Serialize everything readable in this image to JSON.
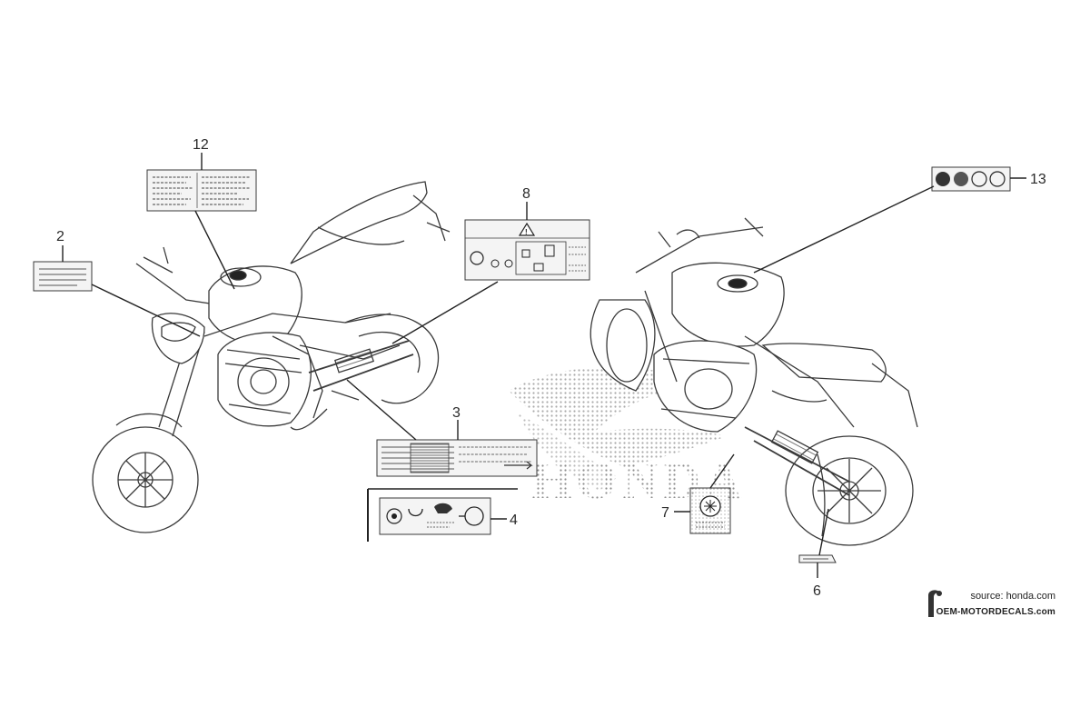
{
  "watermark": {
    "text": "HONDA"
  },
  "callouts": [
    {
      "id": "2",
      "label": "2"
    },
    {
      "id": "3",
      "label": "3"
    },
    {
      "id": "4",
      "label": "4"
    },
    {
      "id": "6",
      "label": "6"
    },
    {
      "id": "7",
      "label": "7"
    },
    {
      "id": "8",
      "label": "8"
    },
    {
      "id": "12",
      "label": "12"
    },
    {
      "id": "13",
      "label": "13"
    }
  ],
  "credit": {
    "source": "source: honda.com",
    "site": "OEM-MOTORDECALS.com"
  },
  "colors": {
    "line": "#3a3a3a",
    "halftone": "#9a9a9a",
    "label_fill": "#f4f4f4"
  }
}
